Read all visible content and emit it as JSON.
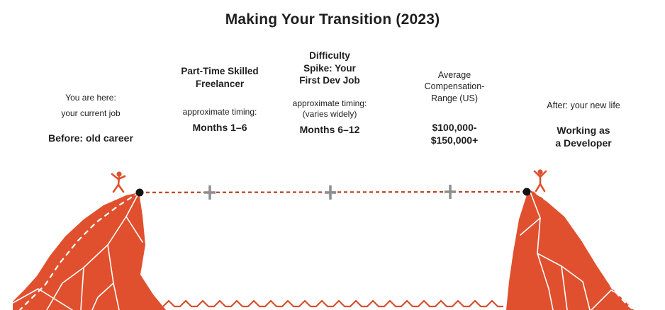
{
  "title": "Making Your Transition (2023)",
  "stages": {
    "start": {
      "line1": "You are here:",
      "line2": "your current job",
      "line3": "Before: old career"
    },
    "step1": {
      "heading1": "Part-Time Skilled",
      "heading2": "Freelancer",
      "sub": "approximate timing:",
      "value": "Months 1–6"
    },
    "step2": {
      "heading1": "Difficulty",
      "heading2": "Spike: Your",
      "heading3": "First Dev Job",
      "sub1": "approximate timing:",
      "sub2": "(varies widely)",
      "value": "Months 6–12"
    },
    "step3": {
      "heading1": "Average",
      "heading2": "Compensation-",
      "heading3": "Range (US)",
      "value1": "$100,000-",
      "value2": "$150,000+"
    },
    "end": {
      "line1": "After: your new life",
      "value1": "Working as",
      "value2": "a Developer"
    }
  },
  "icons": {
    "left_cliff": "left-cliff",
    "right_cliff": "right-cliff",
    "climber_figure": "climber-figure-icon",
    "victory_figure": "victory-figure-icon",
    "waypoint_plus": "waypoint-plus-icon",
    "tightrope": "tightrope-line",
    "water": "water-zigzag"
  },
  "colors": {
    "cliff_orange": "#E0502E",
    "rope_red": "#BF4A2B",
    "marker_gray": "#8F8F8F",
    "dot_black": "#141414",
    "text": "#1F1F1F"
  }
}
